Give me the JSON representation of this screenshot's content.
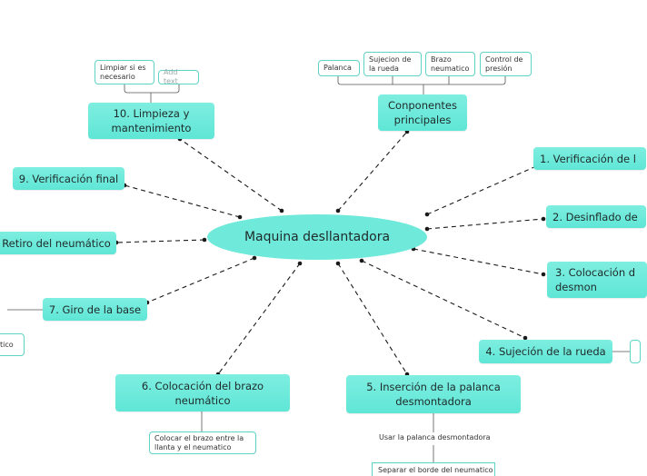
{
  "center": {
    "label": "Maquina desllantadora"
  },
  "components": {
    "label": "Conponentes principales",
    "items": [
      "Palanca",
      "Sujecion de la rueda",
      "Brazo neumatico",
      "Control de presión"
    ]
  },
  "steps": {
    "s1": "1. Verificación de l",
    "s2": "2. Desinflado de",
    "s3": "3. Colocación d desmon",
    "s4": "4. Sujeción de la rueda",
    "s5": "5. Inserción de la palanca desmontadora",
    "s6": "6. Colocación del brazo neumático",
    "s7": "7. Giro de la base",
    "s8": "Retiro del neumático",
    "s9": "9. Verificación final",
    "s10": "10. Limpieza y mantenimiento"
  },
  "notes": {
    "limpiar": "Limpiar si es necesario",
    "add_text": "Add text",
    "colocar_brazo": "Colocar el brazo entre la llanta y el neumatico",
    "usar_palanca": "Usar la palanca desmontadora",
    "separar_borde": "Separar el borde del neumatico",
    "left_cut": "tico"
  },
  "colors": {
    "node": "#6fe9da",
    "border": "#5fd3c6",
    "line": "#1a1a1a"
  }
}
